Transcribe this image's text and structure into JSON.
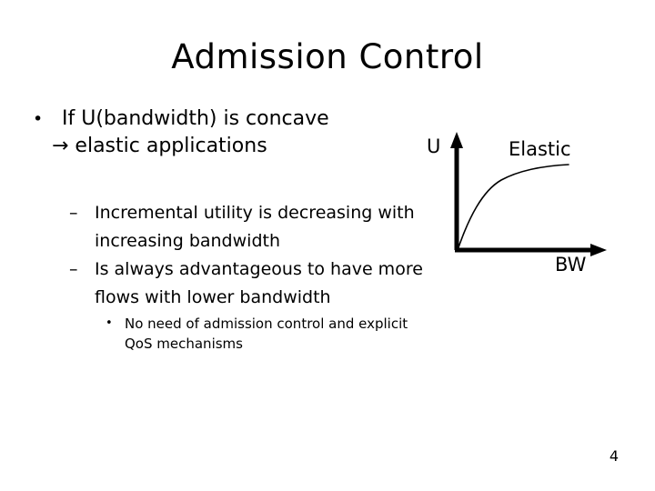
{
  "slide": {
    "title": "Admission Control",
    "page_number": "4",
    "background_color": "#ffffff",
    "text_color": "#000000"
  },
  "bullets": {
    "level1": {
      "marker": "•",
      "line1": "If U(bandwidth) is concave",
      "line2": "→ elastic applications"
    },
    "level2": [
      {
        "marker": "–",
        "text": "Incremental utility is decreasing with increasing bandwidth"
      },
      {
        "marker": "–",
        "text": "Is always advantageous to have more flows with lower bandwidth"
      }
    ],
    "level3": [
      {
        "marker": "•",
        "text": "No need of admission control and explicit QoS mechanisms"
      }
    ]
  },
  "diagram": {
    "y_axis_label": "U",
    "x_axis_label": "BW",
    "curve_label": "Elastic",
    "curve_shape": "concave-increasing",
    "axis_color": "#000000",
    "curve_color": "#000000"
  }
}
